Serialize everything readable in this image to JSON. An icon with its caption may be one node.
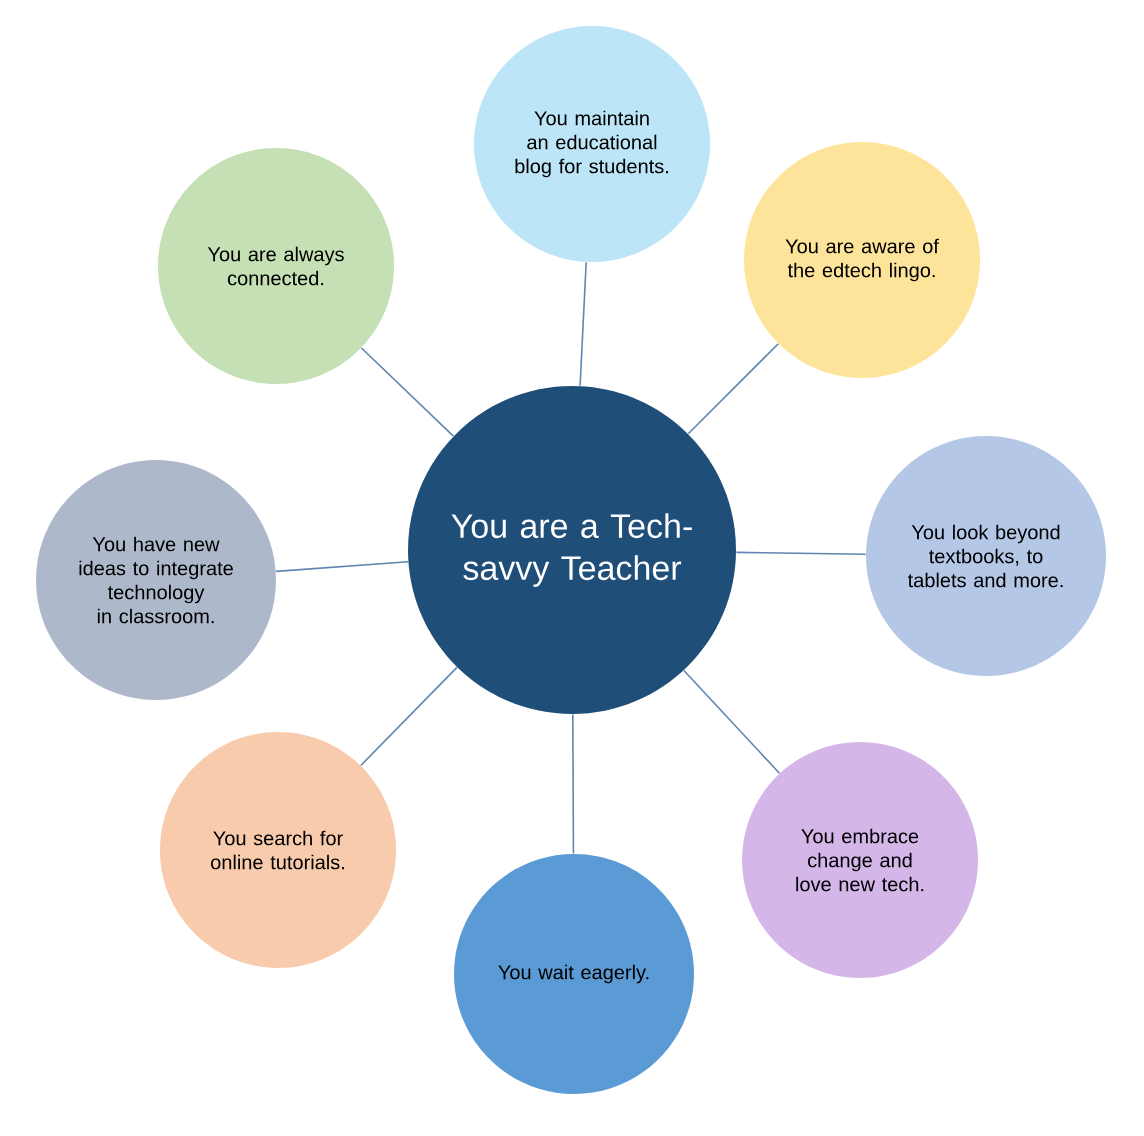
{
  "diagram": {
    "nodes": [
      {
        "text": [
          "You are a Tech-savvy Teacher"
        ]
      },
      {
        "text": [
          "You maintain an educational blog for students."
        ]
      },
      {
        "text": [
          "You are aware of the edtech lingo."
        ]
      },
      {
        "text": [
          "You look beyond textbooks, to tablets and more."
        ]
      },
      {
        "text": [
          "You embrace change and love new tech."
        ]
      },
      {
        "text": [
          "You wait eagerly."
        ]
      },
      {
        "text": [
          "You search for online tutorials."
        ]
      },
      {
        "text": [
          "You have new ideas to integrate technology in classroom."
        ]
      },
      {
        "text": [
          "You are always connected."
        ]
      }
    ],
    "edges": [
      {
        "from": 0,
        "to": 1,
        "arrow": "none"
      },
      {
        "from": 0,
        "to": 2,
        "arrow": "none"
      },
      {
        "from": 0,
        "to": 3,
        "arrow": "none"
      },
      {
        "from": 0,
        "to": 4,
        "arrow": "none"
      },
      {
        "from": 0,
        "to": 5,
        "arrow": "none"
      },
      {
        "from": 0,
        "to": 6,
        "arrow": "none"
      },
      {
        "from": 0,
        "to": 7,
        "arrow": "none"
      },
      {
        "from": 0,
        "to": 8,
        "arrow": "none"
      }
    ]
  }
}
